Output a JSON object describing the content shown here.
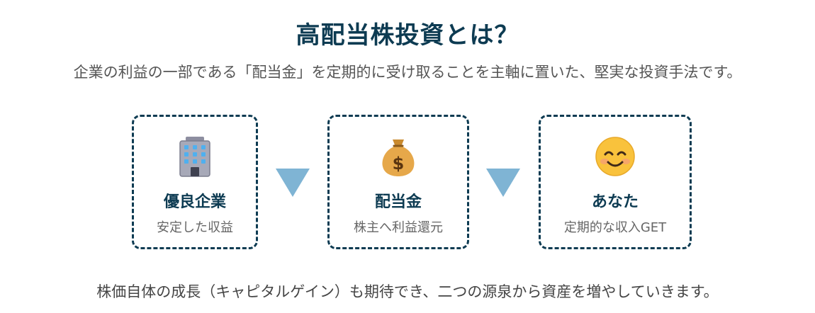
{
  "heading": "高配当株投資とは？",
  "lead": "企業の利益の一部である「配当金」を定期的に受け取ることを主軸に置いた、堅実な投資手法です。",
  "flow": [
    {
      "icon": "office-building-icon",
      "title": "優良企業",
      "subtitle": "安定した収益"
    },
    {
      "icon": "money-bag-icon",
      "title": "配当金",
      "subtitle": "株主へ利益還元"
    },
    {
      "icon": "smiling-face-icon",
      "title": "あなた",
      "subtitle": "定期的な収入GET"
    }
  ],
  "colors": {
    "accent": "#0d3b52",
    "arrow": "#7fb4d4"
  },
  "footer": "株価自体の成長（キャピタルゲイン）も期待でき、二つの源泉から資産を増やしていきます。"
}
